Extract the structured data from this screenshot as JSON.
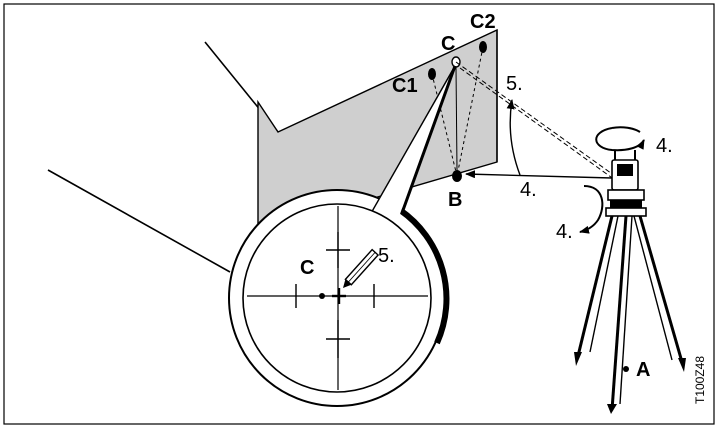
{
  "colors": {
    "wall": "#cfcfcf",
    "ink": "#000000",
    "background": "#ffffff"
  },
  "labels": {
    "target_c": "C",
    "target_c1": "C1",
    "target_c2": "C2",
    "point_b": "B",
    "point_a": "A",
    "step_5_wall": "5.",
    "step_4_top": "4.",
    "step_4_beam": "4.",
    "step_4_vertical": "4.",
    "magnifier_c": "C",
    "magnifier_step_5": "5.",
    "figure_ref": "T100Z48"
  },
  "icons": {
    "instrument": "total-station-on-tripod-icon",
    "pencil": "pencil-icon",
    "crosshair": "reticle-crosshair-icon"
  }
}
